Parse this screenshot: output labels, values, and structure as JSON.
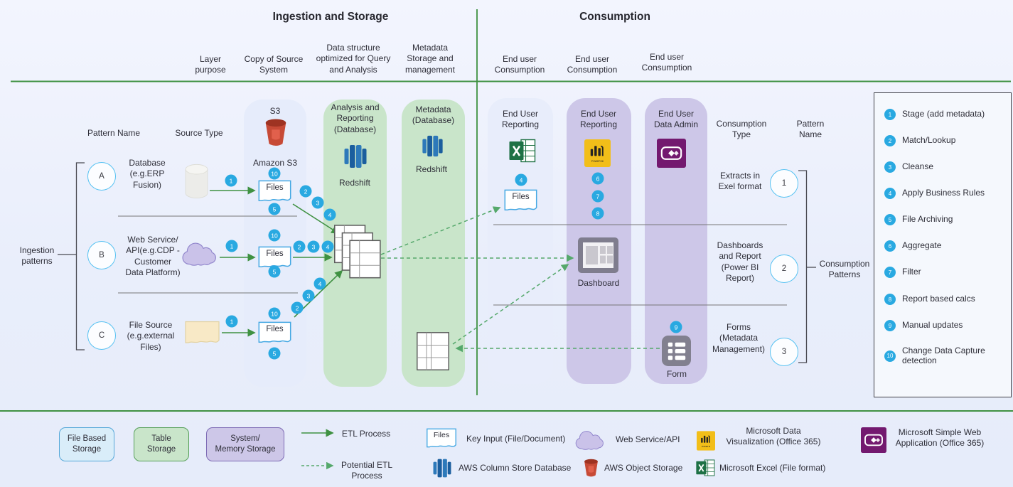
{
  "titles": {
    "ingestion": "Ingestion and Storage",
    "consumption": "Consumption"
  },
  "ingestion": {
    "column_headers": [
      "Layer\npurpose",
      "Copy of Source\nSystem",
      "Data structure\noptimized for Query\nand Analysis",
      "Metadata\nStorage and\nmanagement"
    ],
    "pattern_name_header": "Pattern Name",
    "source_type_header": "Source Type",
    "patterns_label": "Ingestion\npatterns",
    "rows": [
      {
        "id": "A",
        "source": "Database\n(e.g.ERP\nFusion)"
      },
      {
        "id": "B",
        "source": "Web Service/\nAPI(e.g.CDP -\nCustomer\nData Platform)"
      },
      {
        "id": "C",
        "source": "File Source\n(e.g.external\nFiles)"
      }
    ],
    "s3_col": {
      "title": "S3",
      "product": "Amazon S3",
      "files": "Files"
    },
    "analysis_col": {
      "title": "Analysis and\nReporting\n(Database)",
      "product": "Redshift"
    },
    "metadata_col": {
      "title": "Metadata\n(Database)",
      "product": "Redshift"
    }
  },
  "consumption": {
    "column_headers": [
      "End user\nConsumption",
      "End user\nConsumption",
      "End user\nConsumption"
    ],
    "col1": {
      "title": "End User\nReporting",
      "files": "Files"
    },
    "col2": {
      "title": "End User\nReporting",
      "item": "Dashboard"
    },
    "col3": {
      "title": "End User\nData Admin",
      "item": "Form"
    },
    "type_header": "Consumption\nType",
    "pattern_header": "Pattern\nName",
    "patterns": [
      {
        "num": "1",
        "label": "Extracts in\nExel format"
      },
      {
        "num": "2",
        "label": "Dashboards\nand Report\n(Power BI\nReport)"
      },
      {
        "num": "3",
        "label": "Forms\n(Metadata\nManagement)"
      }
    ],
    "patterns_label": "Consumption\nPatterns"
  },
  "badges": {
    "a1": "1",
    "a10": "10",
    "a2": "2",
    "a3": "3",
    "a4": "4",
    "a5": "5",
    "b1": "1",
    "b10": "10",
    "b2": "2",
    "b3": "3",
    "b4": "4",
    "b5": "5",
    "c1": "1",
    "c10": "10",
    "c2": "2",
    "c3": "3",
    "c4": "4",
    "c5": "5",
    "excel4": "4",
    "pbi6": "6",
    "pbi7": "7",
    "pbi8": "8",
    "form9": "9"
  },
  "legend_box": {
    "items": [
      {
        "num": "1",
        "label": "Stage (add metadata)"
      },
      {
        "num": "2",
        "label": "Match/Lookup"
      },
      {
        "num": "3",
        "label": "Cleanse"
      },
      {
        "num": "4",
        "label": "Apply Business Rules"
      },
      {
        "num": "5",
        "label": "File Archiving"
      },
      {
        "num": "6",
        "label": "Aggregate"
      },
      {
        "num": "7",
        "label": "Filter"
      },
      {
        "num": "8",
        "label": "Report based calcs"
      },
      {
        "num": "9",
        "label": "Manual updates"
      },
      {
        "num": "10",
        "label": "Change Data Capture\ndetection"
      }
    ]
  },
  "bottom_legend": {
    "storage_boxes": [
      "File Based\nStorage",
      "Table\nStorage",
      "System/\nMemory Storage"
    ],
    "etl": "ETL Process",
    "potential_etl": "Potential ETL\nProcess",
    "files": "Files",
    "key_input": "Key Input (File/Document)",
    "web_service": "Web Service/API",
    "ms_data_vis": "Microsoft Data\nVisualization (Office 365)",
    "ms_simple_web": "Microsoft Simple Web\nApplication (Office 365)",
    "aws_column": "AWS Column Store Database",
    "aws_object": "AWS Object Storage",
    "ms_excel": "Microsoft Excel (File format)"
  },
  "colors": {
    "accent_green": "#3f9142",
    "dashed_green": "#55a86b",
    "badge_blue": "#29a9e1",
    "circle_blue": "#57c2f2",
    "file_storage_col": "#e6ecfb",
    "table_storage_col": "#c9e5ca",
    "memory_storage_col": "#cdc7e8",
    "s3_red": "#C1452F",
    "redshift_blue": "#2476BC",
    "excel_green": "#1E7145",
    "powerbi_amber": "#F2BE19",
    "powerapps_purple": "#73196F"
  }
}
